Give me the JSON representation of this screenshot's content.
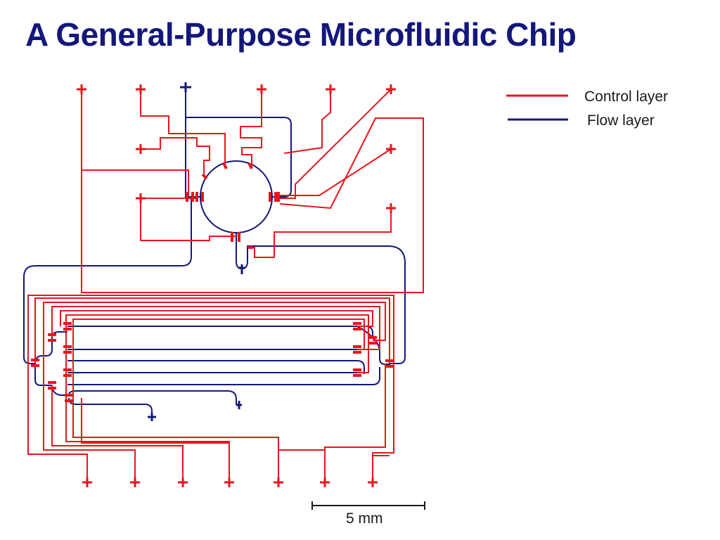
{
  "title": "A General-Purpose Microfluidic Chip",
  "legend": {
    "control": {
      "label": "Control layer",
      "color": "#e8151c"
    },
    "flow": {
      "label": "Flow layer",
      "color": "#14177a"
    }
  },
  "scale_bar": {
    "label": "5 mm"
  },
  "colors": {
    "title": "#14177a",
    "control": "#e8151c",
    "flow": "#14177a",
    "background": "#ffffff"
  }
}
